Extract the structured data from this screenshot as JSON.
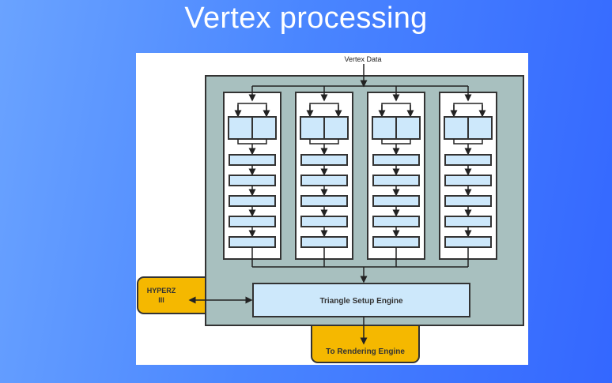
{
  "slide": {
    "title": "Vertex processing"
  },
  "diagram": {
    "input_label": "Vertex Data",
    "pipelines": 4,
    "parallel_units_per_pipeline": 2,
    "serial_stages_per_pipeline": 5,
    "triangle_setup_label": "Triangle Setup Engine",
    "hyperz_label_line1": "HYPERZ",
    "hyperz_label_line2": "III",
    "output_label": "To Rendering Engine",
    "colors": {
      "outer_block": "#a8c0bf",
      "stage_fill": "#cde8fb",
      "external_block": "#f5b800",
      "stroke": "#222222"
    }
  }
}
